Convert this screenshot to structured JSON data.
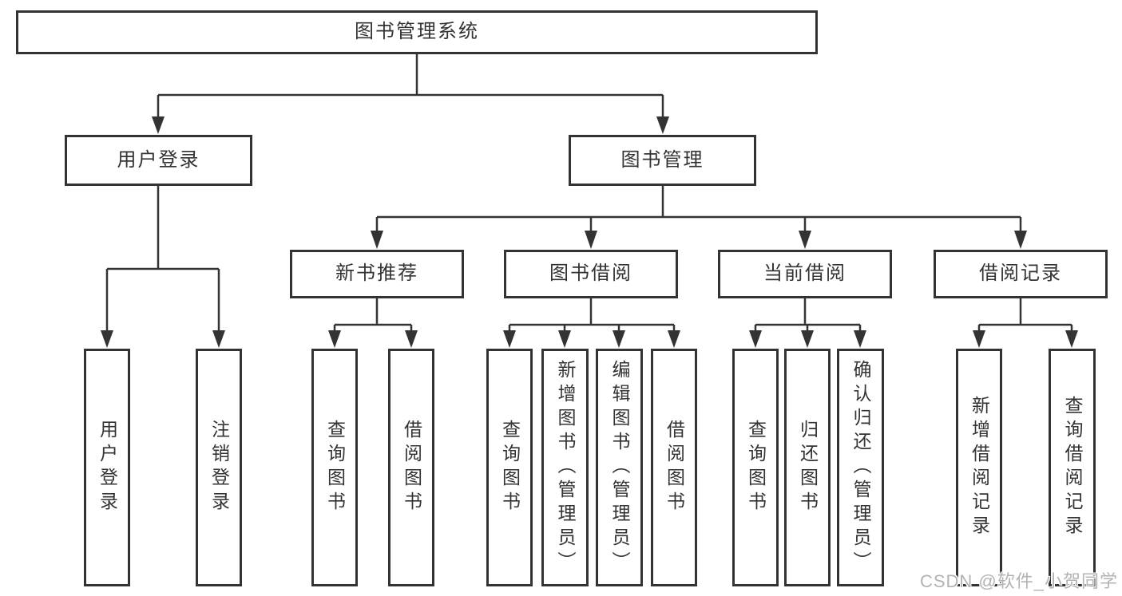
{
  "colors": {
    "line": "#333333",
    "box_border": "#333333",
    "text": "#333333",
    "background": "#ffffff",
    "watermark": "#b3b3b3"
  },
  "tree": {
    "label": "图书管理系统",
    "children": [
      {
        "label": "用户登录",
        "children": [
          {
            "label": "用户登录"
          },
          {
            "label": "注销登录"
          }
        ]
      },
      {
        "label": "图书管理",
        "children": [
          {
            "label": "新书推荐",
            "children": [
              {
                "label": "查询图书"
              },
              {
                "label": "借阅图书"
              }
            ]
          },
          {
            "label": "图书借阅",
            "children": [
              {
                "label": "查询图书"
              },
              {
                "label": "新增图书（管理员）"
              },
              {
                "label": "编辑图书（管理员）"
              },
              {
                "label": "借阅图书"
              }
            ]
          },
          {
            "label": "当前借阅",
            "children": [
              {
                "label": "查询图书"
              },
              {
                "label": "归还图书"
              },
              {
                "label": "确认归还（管理员）"
              }
            ]
          },
          {
            "label": "借阅记录",
            "children": [
              {
                "label": "新增借阅记录"
              },
              {
                "label": "查询借阅记录"
              }
            ]
          }
        ]
      }
    ]
  },
  "watermark": {
    "text": "CSDN @软件_小贺同学"
  }
}
